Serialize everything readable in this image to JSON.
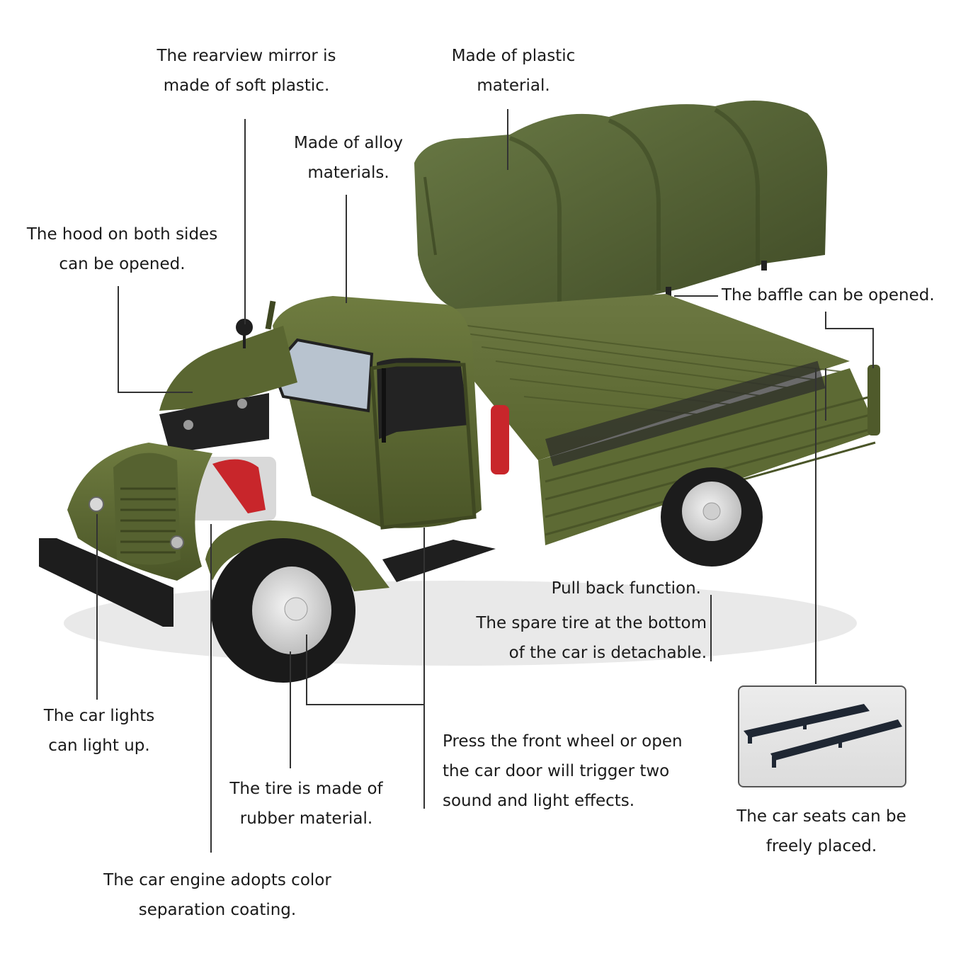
{
  "labels": {
    "mirror": [
      "The rearview mirror is",
      "made of soft plastic."
    ],
    "plastic": [
      "Made of plastic",
      "material."
    ],
    "alloy": [
      "Made of alloy",
      "materials."
    ],
    "hood": [
      "The hood on both sides",
      "can be opened."
    ],
    "baffle": [
      "The baffle can be opened."
    ],
    "pullback": [
      "Pull back function."
    ],
    "spare": [
      "The spare tire at the bottom",
      "of the car is detachable."
    ],
    "lights": [
      "The car lights",
      "can light up."
    ],
    "tire": [
      "The tire is made of",
      "rubber material."
    ],
    "press": [
      "Press the front wheel or open",
      "the car door will trigger two",
      "sound and light effects."
    ],
    "seats": [
      "The car seats can be",
      "freely placed."
    ],
    "engine": [
      "The car engine adopts color",
      "separation coating."
    ]
  },
  "colors": {
    "body_green": "#5f6b35",
    "body_dark": "#3f4822",
    "canopy_green": "#55633a",
    "engine_red": "#c8262b",
    "leader_line": "#333333"
  }
}
